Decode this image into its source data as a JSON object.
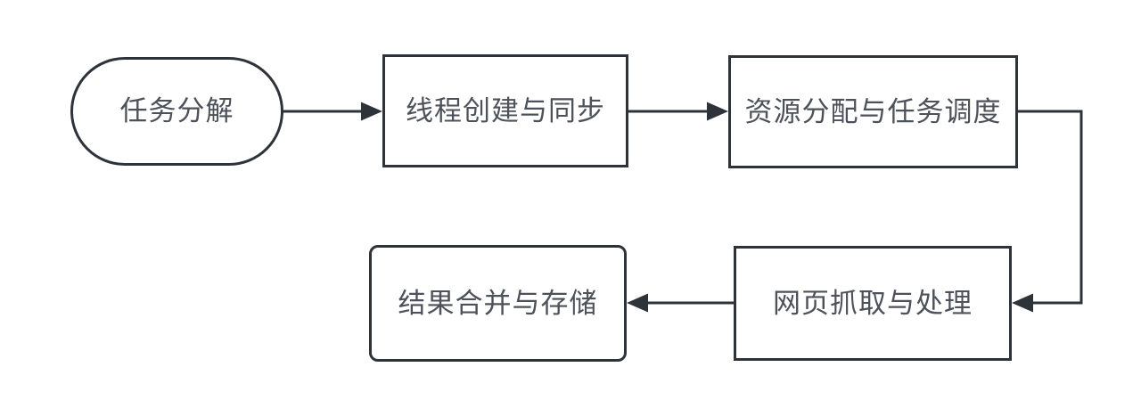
{
  "diagram": {
    "type": "flowchart",
    "colors": {
      "background": "#ffffff",
      "stroke": "#2e333a",
      "text": "#4d525a"
    },
    "nodes": [
      {
        "id": "task-decomposition",
        "shape": "terminator",
        "label": "任务分解"
      },
      {
        "id": "thread-create-sync",
        "shape": "process",
        "label": "线程创建与同步"
      },
      {
        "id": "resource-alloc-scheduling",
        "shape": "process",
        "label": "资源分配与任务调度"
      },
      {
        "id": "web-crawl-process",
        "shape": "process",
        "label": "网页抓取与处理"
      },
      {
        "id": "result-merge-store",
        "shape": "rounded",
        "label": "结果合并与存储"
      }
    ],
    "edges": [
      {
        "from": "任务分解",
        "to": "线程创建与同步",
        "direction": "right"
      },
      {
        "from": "线程创建与同步",
        "to": "资源分配与任务调度",
        "direction": "right"
      },
      {
        "from": "资源分配与任务调度",
        "to": "网页抓取与处理",
        "direction": "right-down-left"
      },
      {
        "from": "网页抓取与处理",
        "to": "结果合并与存储",
        "direction": "left"
      }
    ]
  }
}
